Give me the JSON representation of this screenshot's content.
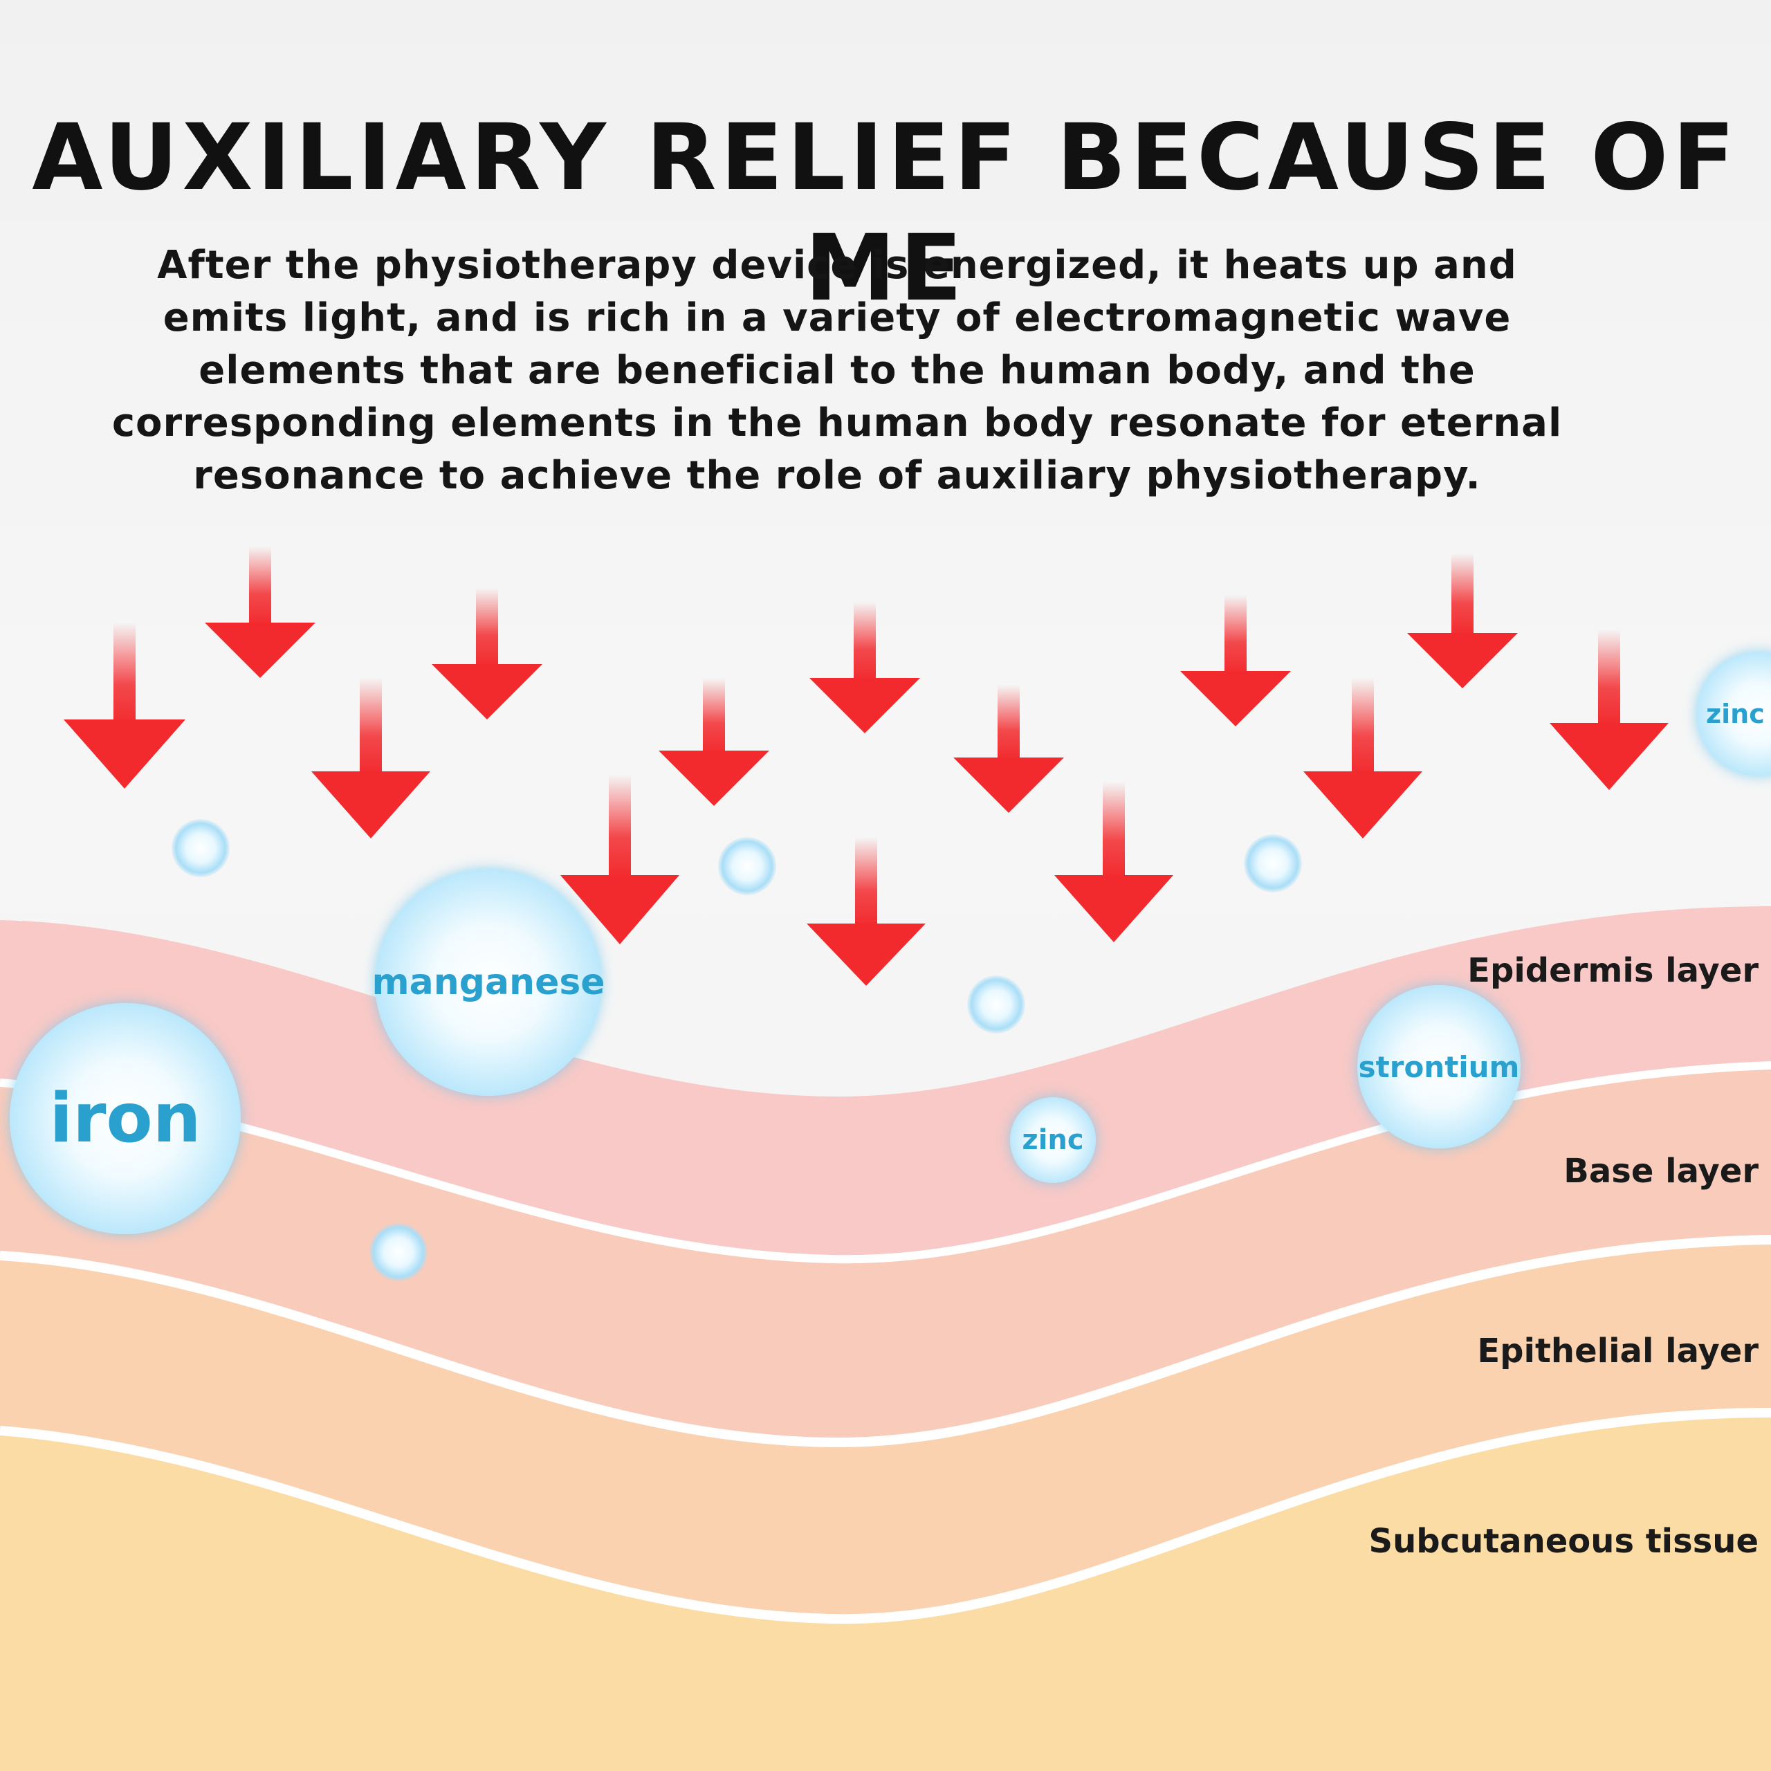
{
  "title": "AUXILIARY RELIEF BECAUSE OF ME",
  "description": "After the physiotherapy device is energized, it heats up and emits light, and is rich in a variety of electromagnetic wave elements that are beneficial to the human body, and the corresponding elements in the human body resonate for eternal resonance to achieve the role of auxiliary physiotherapy.",
  "layers": [
    {
      "label": "Epidermis layer",
      "color": "#f8c9c6"
    },
    {
      "label": "Base layer",
      "color": "#f9cbbb"
    },
    {
      "label": "Epithelial layer",
      "color": "#fad2b0"
    },
    {
      "label": "Subcutaneous tissue",
      "color": "#fbdca5"
    }
  ],
  "elements": [
    "iron",
    "manganese",
    "zinc",
    "strontium",
    "zinc"
  ],
  "colors": {
    "arrow": "#f22a2e",
    "element_text": "#2aa0cf",
    "orb": "#b9e7fb",
    "text": "#111111"
  },
  "icons": [
    "down-arrow-icon",
    "element-orb-icon"
  ]
}
